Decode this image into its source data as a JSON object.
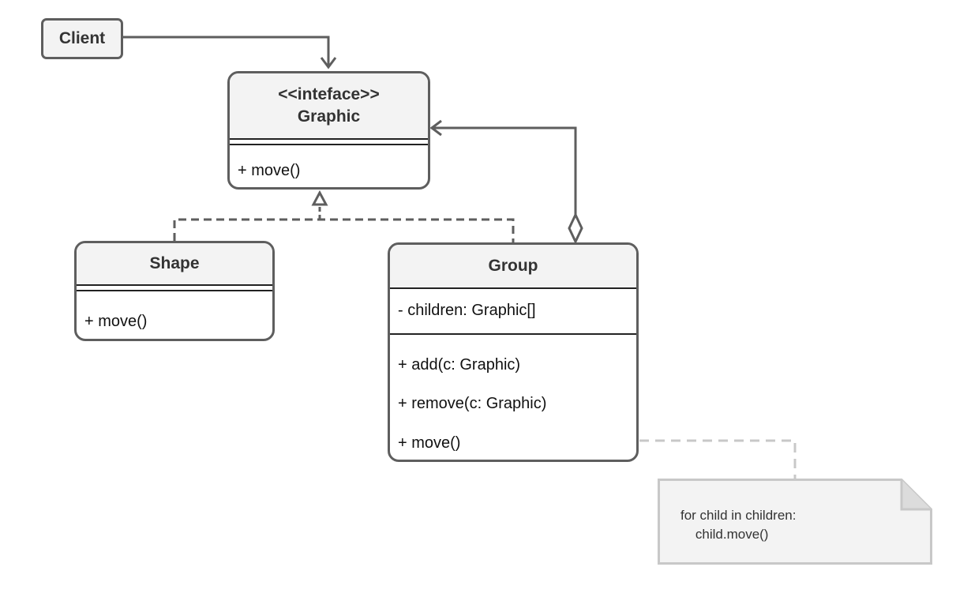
{
  "client": {
    "label": "Client"
  },
  "graphic": {
    "stereotype": "<<inteface>>",
    "name": "Graphic",
    "methods": [
      "+ move()"
    ]
  },
  "shape": {
    "name": "Shape",
    "methods": [
      "+ move()"
    ]
  },
  "group": {
    "name": "Group",
    "fields": [
      "- children: Graphic[]"
    ],
    "methods": [
      "+ add(c: Graphic)",
      "+ remove(c: Graphic)",
      "+ move()"
    ]
  },
  "note": {
    "line1": "for child in children:",
    "line2": "    child.move()"
  },
  "colors": {
    "border": "#5e5e5e",
    "header_fill": "#f3f3f3",
    "note_fill": "#f3f3f3",
    "note_border": "#c8c8c8"
  }
}
